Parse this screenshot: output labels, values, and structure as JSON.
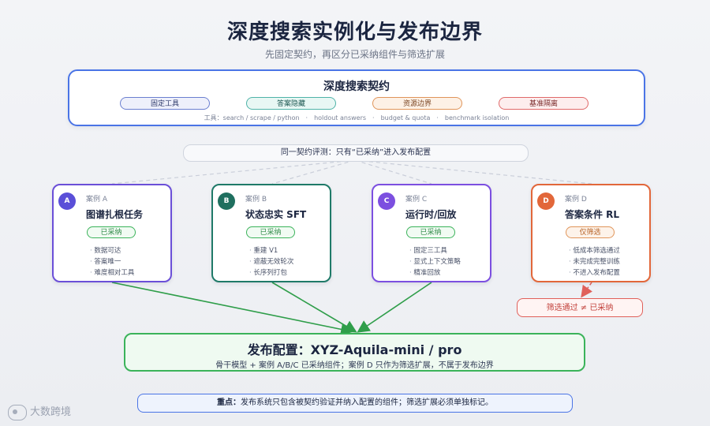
{
  "header": {
    "title": "深度搜索实例化与发布边界",
    "subtitle": "先固定契约，再区分已采纳组件与筛选扩展"
  },
  "contract": {
    "title": "深度搜索契约",
    "pills": [
      "固定工具",
      "答案隐藏",
      "资源边界",
      "基准隔离"
    ],
    "tools_line": "工具：search / scrape / python　·　holdout answers　·　budget & quota　·　benchmark isolation"
  },
  "eval_bar": "同一契约评测：只有“已采纳”进入发布配置",
  "cases": [
    {
      "badge": "A",
      "label": "案例 A",
      "title": "图谱扎根任务",
      "status": "已采纳",
      "bullets": [
        "数据可达",
        "答案唯一",
        "难度相对工具"
      ]
    },
    {
      "badge": "B",
      "label": "案例 B",
      "title": "状态忠实 SFT",
      "status": "已采纳",
      "bullets": [
        "重建 V1",
        "遮蔽无效轮次",
        "长序列打包"
      ]
    },
    {
      "badge": "C",
      "label": "案例 C",
      "title": "运行时/回放",
      "status": "已采纳",
      "bullets": [
        "固定三工具",
        "显式上下文策略",
        "精准回放"
      ]
    },
    {
      "badge": "D",
      "label": "案例 D",
      "title": "答案条件 RL",
      "status": "仅筛选",
      "bullets": [
        "低成本筛选通过",
        "未完成完整训练",
        "不进入发布配置"
      ]
    }
  ],
  "filter_note": "筛选通过 ≠ 已采纳",
  "release": {
    "title": "发布配置：XYZ-Aquila-mini / pro",
    "subtitle": "骨干模型 + 案例 A/B/C 已采纳组件；案例 D 只作为筛选扩展，不属于发布边界"
  },
  "keypoint": {
    "lead": "重点：",
    "text": "发布系统只包含被契约验证并纳入配置的组件；筛选扩展必须单独标记。"
  },
  "watermark": "大数跨境",
  "colors": {
    "blue": "#4a74e6",
    "purple": "#6b4fd8",
    "teal": "#1f7a68",
    "violet": "#7c4fe0",
    "orange": "#e2673a",
    "green": "#3bb35a",
    "red": "#e0605a"
  }
}
